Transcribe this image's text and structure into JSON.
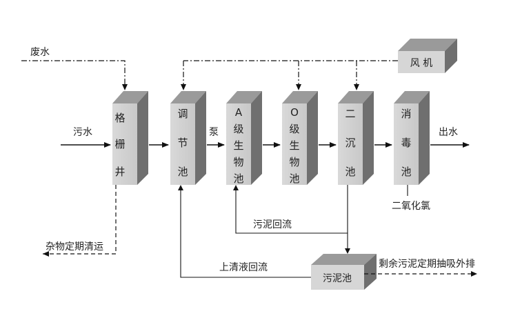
{
  "nodes": {
    "grid_well": {
      "label": "格栅井"
    },
    "equalization": {
      "label": "调节池"
    },
    "a_bio": {
      "label": "A级生物池"
    },
    "o_bio": {
      "label": "O级生物池"
    },
    "sec_clarifier": {
      "label": "二沉池"
    },
    "disinfection": {
      "label": "消毒池"
    },
    "fan": {
      "label": "风 机"
    },
    "sludge_tank": {
      "label": "污泥池"
    }
  },
  "labels": {
    "waste_water": "废水",
    "sewage": "污水",
    "pump": "泵",
    "outflow": "出水",
    "chlorine_dioxide": "二氧化氯",
    "sludge_return": "污泥回流",
    "debris": "杂物定期清运",
    "supernatant_return": "上清液回流",
    "excess_sludge": "剩余污泥定期抽吸外排"
  }
}
